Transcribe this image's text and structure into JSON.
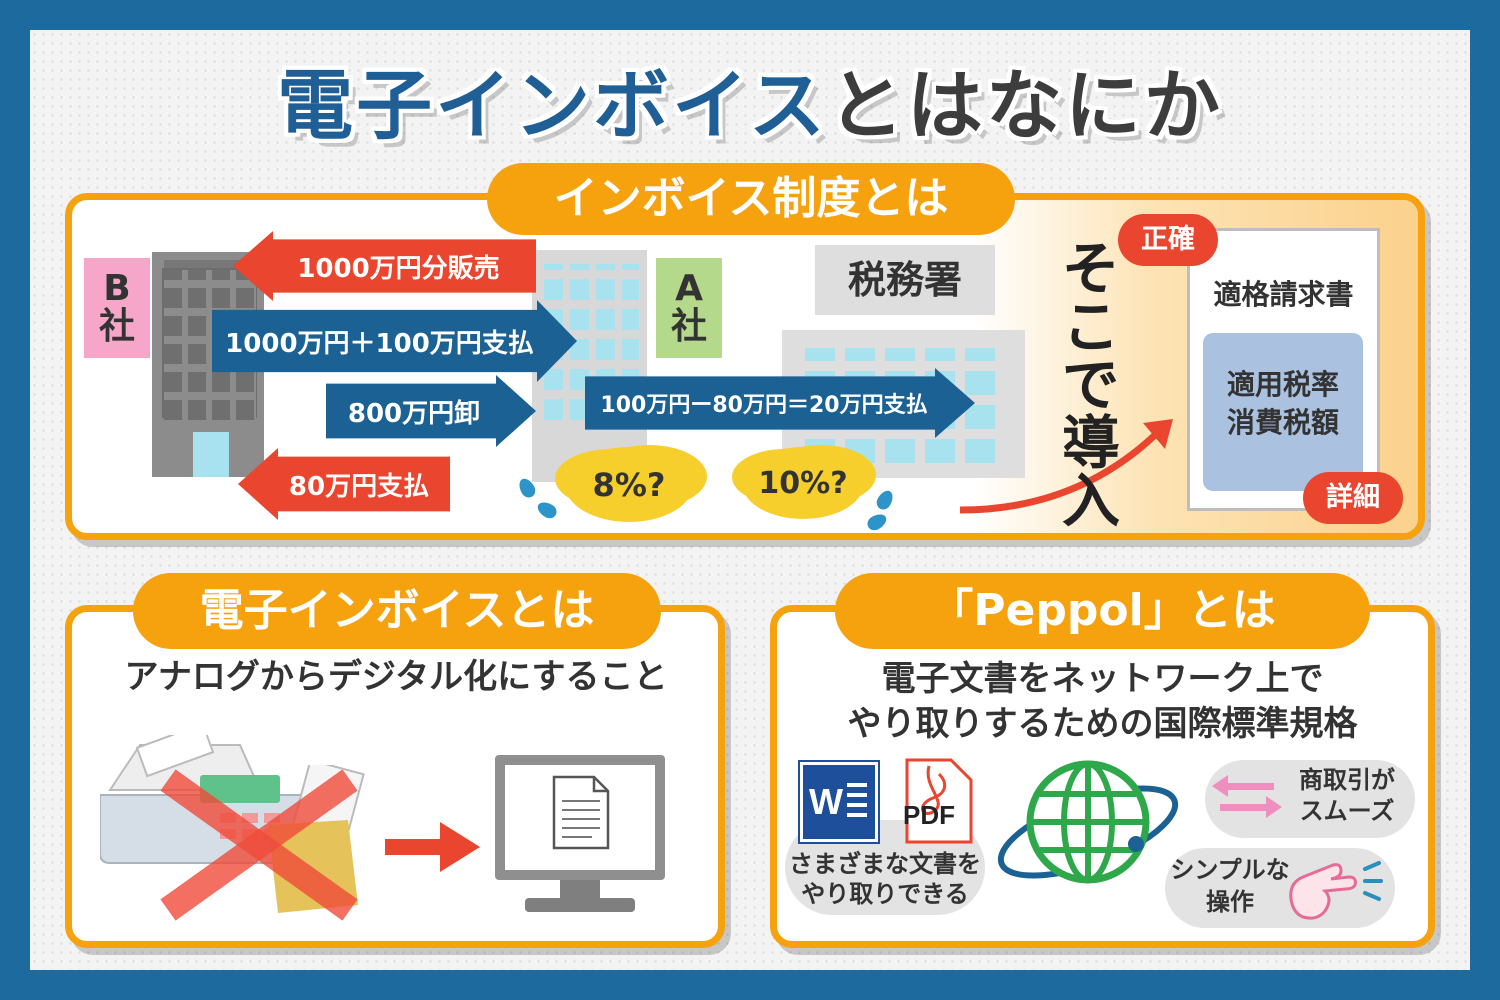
{
  "title": {
    "part1": "電子インボイス",
    "part2": "とはなにか"
  },
  "top_panel": {
    "heading": "インボイス制度とは",
    "company_b": {
      "letter": "B",
      "char": "社"
    },
    "company_a": {
      "letter": "A",
      "char": "社"
    },
    "tax_office": "税務署",
    "arrows": {
      "sale": "1000万円分販売",
      "pay_1100": "1000万円＋100万円支払",
      "wholesale": "800万円卸",
      "pay_80": "80万円支払",
      "pay_tax": "100万円ー80万円＝20万円支払"
    },
    "clouds": {
      "left": "8%?",
      "right": "10%?"
    },
    "introduce": "そこで導入",
    "invoice": {
      "badge_top": "正確",
      "title": "適格請求書",
      "line1": "適用税率",
      "line2": "消費税額",
      "badge_bottom": "詳細"
    },
    "colors": {
      "orange": "#f5a20e",
      "red": "#e9452f",
      "blue": "#1b6193",
      "pink": "#f6a6c9",
      "green": "#b5d98a"
    }
  },
  "left_panel": {
    "heading": "電子インボイスとは",
    "subtitle": "アナログからデジタル化にすること",
    "icons": [
      "fax-icon",
      "paper-bag-icon",
      "cross-mark-icon",
      "right-arrow-icon",
      "computer-monitor-icon",
      "document-icon"
    ]
  },
  "right_panel": {
    "heading": "「Peppol」とは",
    "subtitle_line1": "電子文書をネットワーク上で",
    "subtitle_line2": "やり取りするための国際標準規格",
    "word_letter": "W",
    "pdf_label": "PDF",
    "docs_line1": "さまざまな文書を",
    "docs_line2": "やり取りできる",
    "smooth_line1": "商取引が",
    "smooth_line2": "スムーズ",
    "simple_line1": "シンプルな",
    "simple_line2": "操作",
    "icons": [
      "word-document-icon",
      "pdf-document-icon",
      "globe-icon",
      "exchange-arrows-icon",
      "pointing-hand-icon"
    ]
  }
}
